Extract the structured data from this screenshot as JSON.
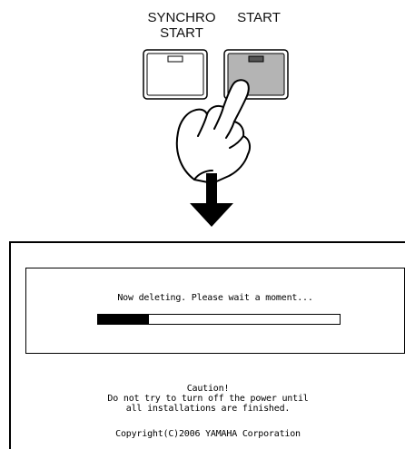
{
  "panel": {
    "synchro_start_label": "SYNCHRO\nSTART",
    "start_label": "START",
    "start_lamp_color": "#555555",
    "start_button_color": "#b4b4b4"
  },
  "screen": {
    "message": "Now deleting. Please wait a moment...",
    "progress": 0.21,
    "caution_title": "Caution!",
    "caution_line1": "Do not try to turn off the power until",
    "caution_line2": "all installations are finished.",
    "copyright": "Copyright(C)2006 YAMAHA Corporation"
  }
}
